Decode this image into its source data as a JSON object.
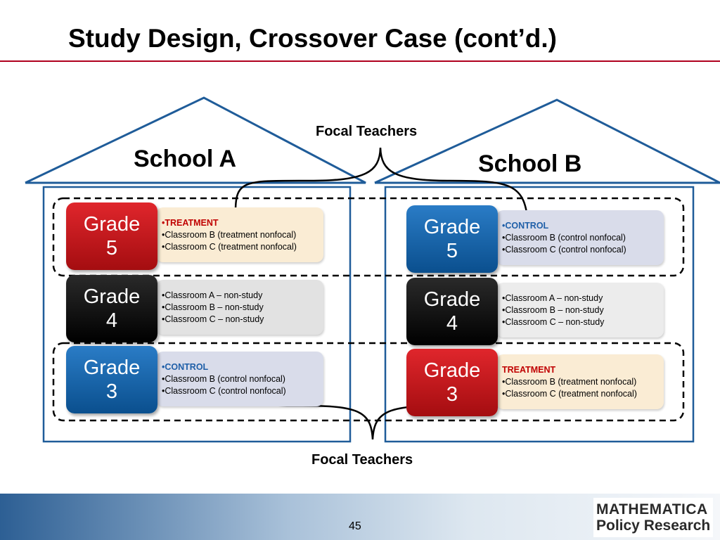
{
  "title": "Study Design, Crossover Case (cont’d.)",
  "focal_top": "Focal Teachers",
  "focal_bottom": "Focal Teachers",
  "schools": [
    {
      "name": "School A",
      "grades": [
        {
          "grade_word": "Grade",
          "grade_num": "5",
          "color": "#c8161c",
          "lines": [
            "•TREATMENT",
            "•Classroom B (treatment nonfocal)",
            "•Classroom C (treatment nonfocal)"
          ]
        },
        {
          "grade_word": "Grade",
          "grade_num": "4",
          "color": "#000000",
          "lines": [
            "•Classroom A – non-study",
            "•Classroom B – non-study",
            "•Classroom C – non-study"
          ]
        },
        {
          "grade_word": "Grade",
          "grade_num": "3",
          "color": "#1765ad",
          "lines": [
            "•CONTROL",
            "•Classroom B (control nonfocal)",
            "•Classroom C (control nonfocal)"
          ]
        }
      ]
    },
    {
      "name": "School B",
      "grades": [
        {
          "grade_word": "Grade",
          "grade_num": "5",
          "color": "#1765ad",
          "lines": [
            "•CONTROL",
            "•Classroom B (control nonfocal)",
            "•Classroom C (control nonfocal)"
          ]
        },
        {
          "grade_word": "Grade",
          "grade_num": "4",
          "color": "#000000",
          "lines": [
            "•Classroom A – non-study",
            "•Classroom B – non-study",
            "•Classroom C – non-study"
          ]
        },
        {
          "grade_word": "Grade",
          "grade_num": "3",
          "color": "#c8161c",
          "lines": [
            "TREATMENT",
            "•Classroom B (treatment nonfocal)",
            "•Classroom C (treatment nonfocal)"
          ]
        }
      ]
    }
  ],
  "footer": {
    "page_number": "45",
    "logo_line1": "MATHEMATICA",
    "logo_line2": "Policy Research"
  },
  "colors": {
    "title_rule": "#b0001e",
    "house_outline": "#1f5c99",
    "treatment_text": "#c00000",
    "control_text": "#1f5fa8"
  }
}
